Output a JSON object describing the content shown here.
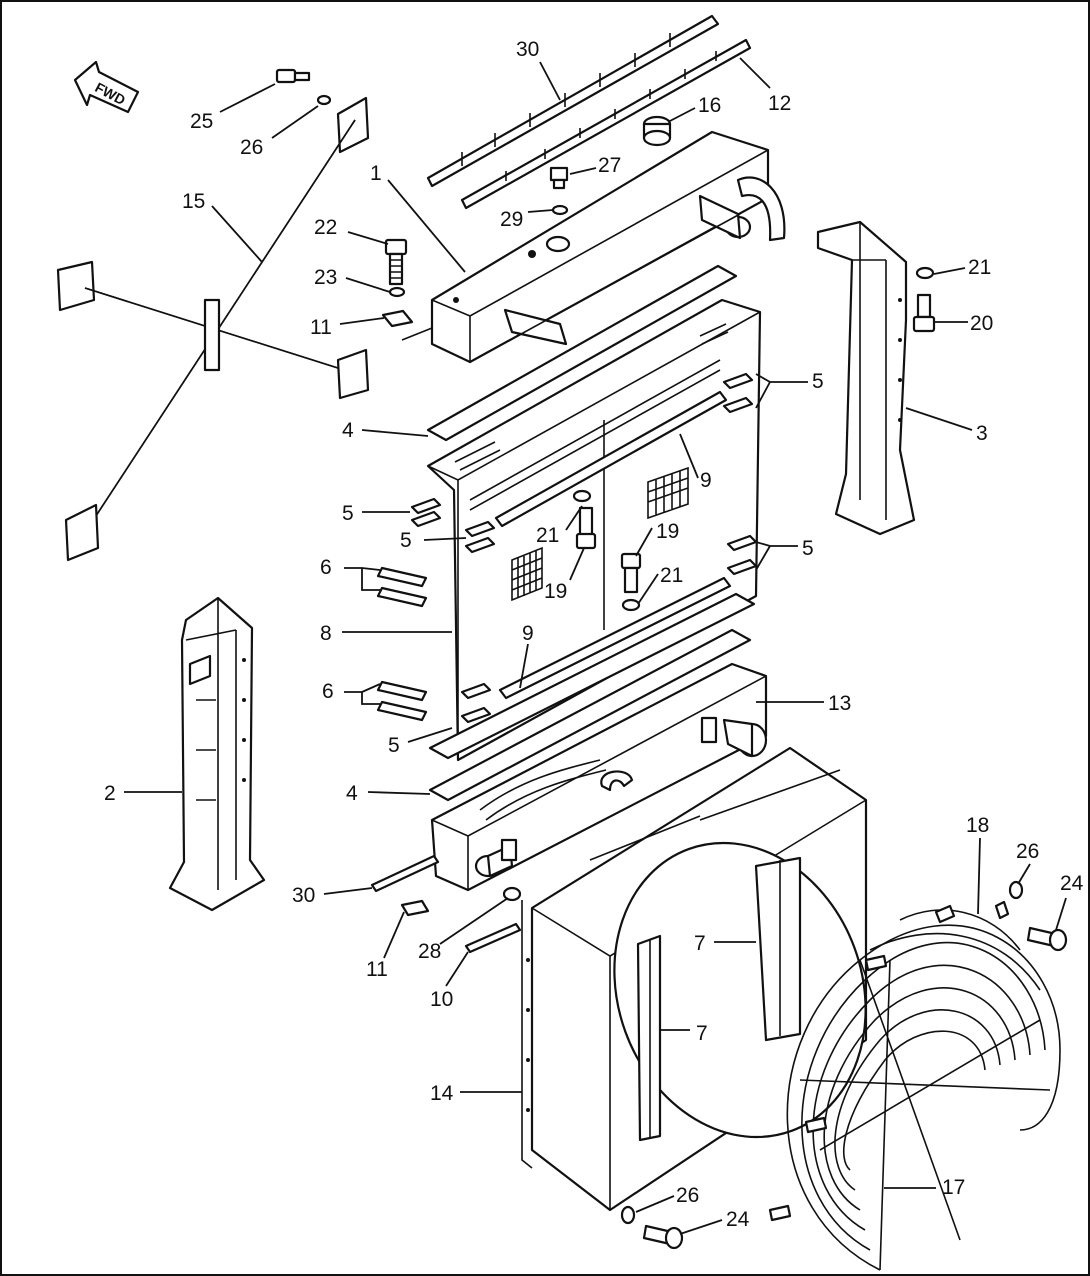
{
  "diagram": {
    "fwd_label": "FWD",
    "callouts": [
      {
        "id": "c30a",
        "text": "30"
      },
      {
        "id": "c12",
        "text": "12"
      },
      {
        "id": "c25",
        "text": "25"
      },
      {
        "id": "c26a",
        "text": "26"
      },
      {
        "id": "c16",
        "text": "16"
      },
      {
        "id": "c27",
        "text": "27"
      },
      {
        "id": "c29",
        "text": "29"
      },
      {
        "id": "c1",
        "text": "1"
      },
      {
        "id": "c15",
        "text": "15"
      },
      {
        "id": "c22",
        "text": "22"
      },
      {
        "id": "c23",
        "text": "23"
      },
      {
        "id": "c11a",
        "text": "11"
      },
      {
        "id": "c21a",
        "text": "21"
      },
      {
        "id": "c20",
        "text": "20"
      },
      {
        "id": "c3",
        "text": "3"
      },
      {
        "id": "c5a",
        "text": "5"
      },
      {
        "id": "c4a",
        "text": "4"
      },
      {
        "id": "c9a",
        "text": "9"
      },
      {
        "id": "c5b",
        "text": "5"
      },
      {
        "id": "c5c",
        "text": "5"
      },
      {
        "id": "c21b",
        "text": "21"
      },
      {
        "id": "c19a",
        "text": "19"
      },
      {
        "id": "c19b",
        "text": "19"
      },
      {
        "id": "c5d",
        "text": "5"
      },
      {
        "id": "c6a",
        "text": "6"
      },
      {
        "id": "c21c",
        "text": "21"
      },
      {
        "id": "c8",
        "text": "8"
      },
      {
        "id": "c9b",
        "text": "9"
      },
      {
        "id": "c6b",
        "text": "6"
      },
      {
        "id": "c13",
        "text": "13"
      },
      {
        "id": "c5e",
        "text": "5"
      },
      {
        "id": "c2",
        "text": "2"
      },
      {
        "id": "c4b",
        "text": "4"
      },
      {
        "id": "c18",
        "text": "18"
      },
      {
        "id": "c26b",
        "text": "26"
      },
      {
        "id": "c24a",
        "text": "24"
      },
      {
        "id": "c30b",
        "text": "30"
      },
      {
        "id": "c7a",
        "text": "7"
      },
      {
        "id": "c28",
        "text": "28"
      },
      {
        "id": "c11b",
        "text": "11"
      },
      {
        "id": "c10",
        "text": "10"
      },
      {
        "id": "c7b",
        "text": "7"
      },
      {
        "id": "c14",
        "text": "14"
      },
      {
        "id": "c17",
        "text": "17"
      },
      {
        "id": "c26c",
        "text": "26"
      },
      {
        "id": "c24b",
        "text": "24"
      }
    ]
  }
}
